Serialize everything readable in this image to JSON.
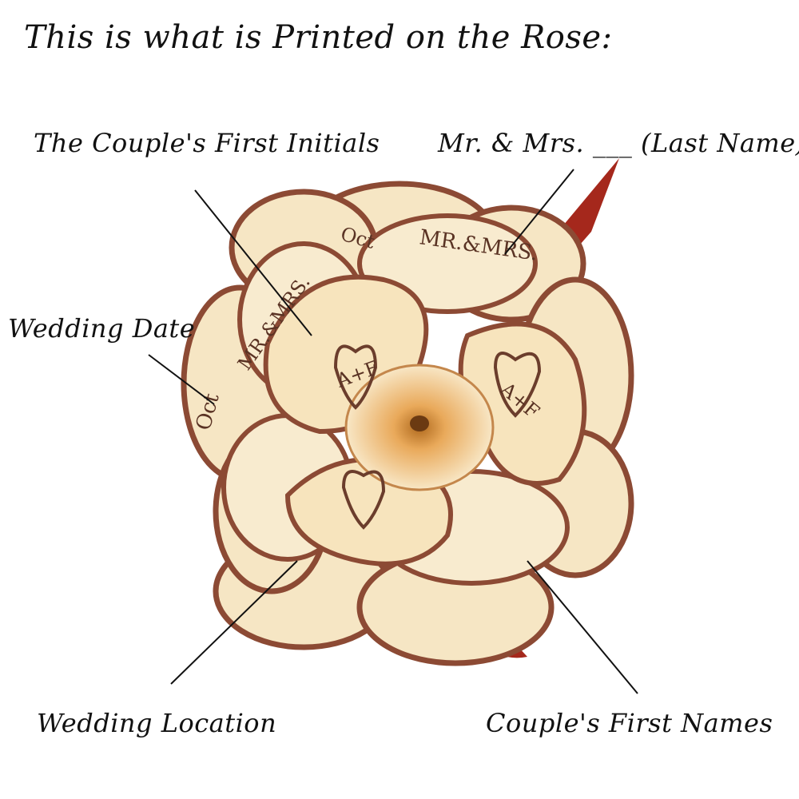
{
  "heading": "This is what is Printed on the Rose:",
  "callouts": {
    "initials": "The Couple's First Initials",
    "last_name": "Mr. & Mrs. ___ (Last Name)",
    "date": "Wedding Date",
    "location": "Wedding Location",
    "first_names": "Couple's First Names"
  },
  "petal_print": {
    "title_line": "MR.&MRS.",
    "date_fragment": "Oct",
    "initials": "A+F"
  },
  "colors": {
    "petal": "#f6e6c4",
    "petal_edge": "#8c4a34",
    "ink": "#5a3324",
    "ribbon": "#a5281c"
  }
}
